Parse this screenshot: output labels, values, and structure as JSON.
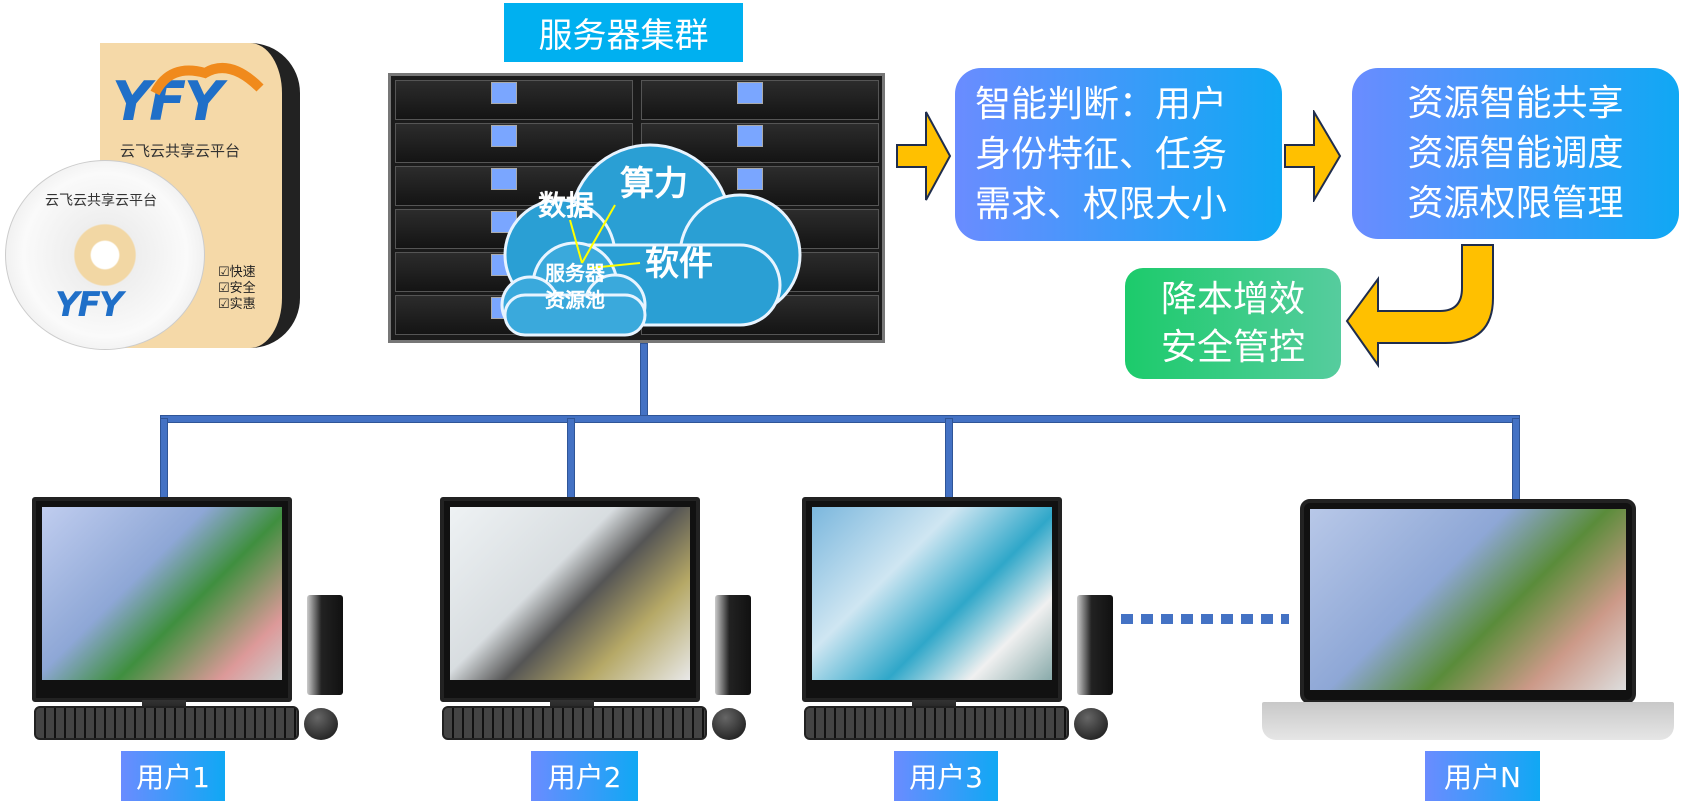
{
  "title": "服务器集群",
  "software": {
    "brand": "YFY",
    "box_name": "云飞云共享云平台",
    "disc_name": "云飞云共享云平台",
    "features": [
      "☑快速",
      "☑安全",
      "☑实惠"
    ]
  },
  "cloud": {
    "center": [
      "服务器",
      "资源池"
    ],
    "nodes": [
      "数据",
      "算力",
      "软件"
    ]
  },
  "box1": {
    "lines": [
      "智能判断：用户",
      "身份特征、任务",
      "需求、权限大小"
    ]
  },
  "box2": {
    "lines": [
      "资源智能共享",
      "资源智能调度",
      "资源权限管理"
    ]
  },
  "green": {
    "lines": [
      "降本增效",
      "安全管控"
    ]
  },
  "users": [
    "用户1",
    "用户2",
    "用户3",
    "用户N"
  ],
  "colors": {
    "title_bg": "#00b0f0",
    "pipe": "#4472c4",
    "arrow": "#ffc000",
    "green": "#1ccb6b"
  }
}
